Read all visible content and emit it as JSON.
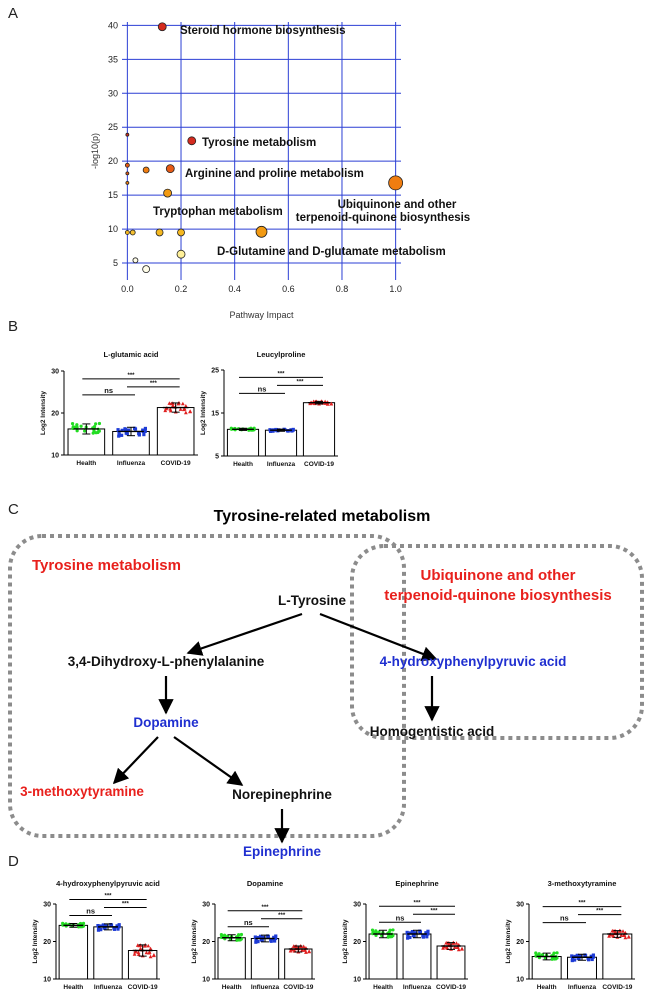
{
  "panel_labels": [
    "A",
    "B",
    "C",
    "D"
  ],
  "chart_data": [
    {
      "id": "pathway-bubble",
      "type": "scatter",
      "xlabel": "Pathway Impact",
      "ylabel": "-log10(p)",
      "xlim": [
        -0.02,
        1.02
      ],
      "ylim": [
        2.5,
        40.5
      ],
      "xticks": [
        0.0,
        0.2,
        0.4,
        0.6,
        0.8,
        1.0
      ],
      "xtick_labels": [
        "0.0",
        "0.2",
        "0.4",
        "0.6",
        "0.8",
        "1.0"
      ],
      "yticks": [
        5,
        10,
        15,
        20,
        25,
        30,
        35,
        40
      ],
      "ytick_labels": [
        "5",
        "10",
        "15",
        "20",
        "25",
        "30",
        "35",
        "40"
      ],
      "grid": true,
      "points": [
        {
          "x": 0.13,
          "y": 39.8,
          "size": 4,
          "color": "#d42b1f",
          "label": "Steroid hormone biosynthesis"
        },
        {
          "x": 0.24,
          "y": 23.0,
          "size": 4,
          "color": "#d42b1f",
          "label": "Tyrosine metabolism"
        },
        {
          "x": 0.16,
          "y": 18.9,
          "size": 4,
          "color": "#e65a15",
          "label": "Arginine and proline metabolism"
        },
        {
          "x": 1.0,
          "y": 16.8,
          "size": 7,
          "color": "#f07d10",
          "label": "Ubiquinone and other terpenoid-quinone biosynthesis"
        },
        {
          "x": 0.15,
          "y": 15.3,
          "size": 4,
          "color": "#f29a12",
          "label": "Tryptophan metabolism"
        },
        {
          "x": 0.5,
          "y": 9.6,
          "size": 5.5,
          "color": "#f29a12",
          "label": ""
        },
        {
          "x": 0.2,
          "y": 6.3,
          "size": 4,
          "color": "#fff099",
          "label": "D-Glutamine and D-glutamate metabolism"
        },
        {
          "x": 0.0,
          "y": 23.9,
          "size": 1.5,
          "color": "#d42b1f",
          "label": ""
        },
        {
          "x": 0.0,
          "y": 19.4,
          "size": 2,
          "color": "#e65a15",
          "label": ""
        },
        {
          "x": 0.0,
          "y": 18.2,
          "size": 1.5,
          "color": "#e65a15",
          "label": ""
        },
        {
          "x": 0.0,
          "y": 16.8,
          "size": 1.5,
          "color": "#f07d10",
          "label": ""
        },
        {
          "x": 0.07,
          "y": 18.7,
          "size": 3,
          "color": "#f07d10",
          "label": ""
        },
        {
          "x": 0.0,
          "y": 9.5,
          "size": 2,
          "color": "#f5b820",
          "label": ""
        },
        {
          "x": 0.02,
          "y": 9.5,
          "size": 2.5,
          "color": "#f5c030",
          "label": ""
        },
        {
          "x": 0.12,
          "y": 9.5,
          "size": 3.5,
          "color": "#f5b820",
          "label": ""
        },
        {
          "x": 0.2,
          "y": 9.5,
          "size": 3.5,
          "color": "#f5b820",
          "label": ""
        },
        {
          "x": 0.03,
          "y": 5.4,
          "size": 2.5,
          "color": "#fffde8",
          "label": ""
        },
        {
          "x": 0.07,
          "y": 4.1,
          "size": 3.5,
          "color": "#fffde8",
          "label": ""
        }
      ]
    },
    {
      "id": "l-glutamic-acid",
      "type": "bar",
      "title": "L-glutamic acid",
      "ylabel": "Log2 Intensity",
      "categories": [
        "Health",
        "Influenza",
        "COVID-19"
      ],
      "values": [
        16.2,
        15.6,
        21.3
      ],
      "errors": [
        1.2,
        1.0,
        1.1
      ],
      "colors": [
        "#22dd22",
        "#1d3bd6",
        "#e02020"
      ],
      "ylim": [
        10,
        30
      ],
      "yticks": [
        10,
        20,
        30
      ],
      "comparisons": [
        {
          "from": 0,
          "to": 1,
          "label": "ns"
        },
        {
          "from": 0,
          "to": 2,
          "label": "***"
        },
        {
          "from": 1,
          "to": 2,
          "label": "***"
        }
      ]
    },
    {
      "id": "leucylproline",
      "type": "bar",
      "title": "Leucylproline",
      "ylabel": "Log2 Intensity",
      "categories": [
        "Health",
        "Influenza",
        "COVID-19"
      ],
      "values": [
        11.2,
        11.0,
        17.4
      ],
      "errors": [
        0.25,
        0.25,
        0.3
      ],
      "colors": [
        "#22dd22",
        "#1d3bd6",
        "#e02020"
      ],
      "ylim": [
        5,
        25
      ],
      "yticks": [
        5,
        15,
        25
      ],
      "comparisons": [
        {
          "from": 0,
          "to": 1,
          "label": "ns"
        },
        {
          "from": 0,
          "to": 2,
          "label": "***"
        },
        {
          "from": 1,
          "to": 2,
          "label": "***"
        }
      ]
    },
    {
      "id": "4-hydroxyphenylpyruvic",
      "type": "bar",
      "title": "4-hydroxyphenylpyruvic acid",
      "ylabel": "Log2 Intensity",
      "categories": [
        "Health",
        "Influenza",
        "COVID-19"
      ],
      "values": [
        24.3,
        23.9,
        17.6
      ],
      "errors": [
        0.5,
        0.8,
        1.5
      ],
      "colors": [
        "#22dd22",
        "#1d3bd6",
        "#e02020"
      ],
      "ylim": [
        10,
        30
      ],
      "yticks": [
        10,
        20,
        30
      ],
      "comparisons": [
        {
          "from": 0,
          "to": 1,
          "label": "ns"
        },
        {
          "from": 0,
          "to": 2,
          "label": "***"
        },
        {
          "from": 1,
          "to": 2,
          "label": "***"
        }
      ]
    },
    {
      "id": "dopamine",
      "type": "bar",
      "title": "Dopamine",
      "ylabel": "Log2 Intensity",
      "categories": [
        "Health",
        "Influenza",
        "COVID-19"
      ],
      "values": [
        21.0,
        20.8,
        18.0
      ],
      "errors": [
        0.8,
        0.9,
        0.8
      ],
      "colors": [
        "#22dd22",
        "#1d3bd6",
        "#e02020"
      ],
      "ylim": [
        10,
        30
      ],
      "yticks": [
        10,
        20,
        30
      ],
      "comparisons": [
        {
          "from": 0,
          "to": 1,
          "label": "ns"
        },
        {
          "from": 0,
          "to": 2,
          "label": "***"
        },
        {
          "from": 1,
          "to": 2,
          "label": "***"
        }
      ]
    },
    {
      "id": "epinephrine",
      "type": "bar",
      "title": "Epinephrine",
      "ylabel": "Log2 Intensity",
      "categories": [
        "Health",
        "Influenza",
        "COVID-19"
      ],
      "values": [
        22.0,
        22.0,
        18.8
      ],
      "errors": [
        1.0,
        1.0,
        0.9
      ],
      "colors": [
        "#22dd22",
        "#1d3bd6",
        "#e02020"
      ],
      "ylim": [
        10,
        30
      ],
      "yticks": [
        10,
        20,
        30
      ],
      "comparisons": [
        {
          "from": 0,
          "to": 1,
          "label": "ns"
        },
        {
          "from": 0,
          "to": 2,
          "label": "***"
        },
        {
          "from": 1,
          "to": 2,
          "label": "***"
        }
      ]
    },
    {
      "id": "3-methoxytyramine",
      "type": "bar",
      "title": "3-methoxytyramine",
      "ylabel": "Log2 Intensity",
      "categories": [
        "Health",
        "Influenza",
        "COVID-19"
      ],
      "values": [
        16.0,
        15.8,
        22.0
      ],
      "errors": [
        0.9,
        0.8,
        0.9
      ],
      "colors": [
        "#22dd22",
        "#1d3bd6",
        "#e02020"
      ],
      "ylim": [
        10,
        30
      ],
      "yticks": [
        10,
        20,
        30
      ],
      "comparisons": [
        {
          "from": 0,
          "to": 1,
          "label": "ns"
        },
        {
          "from": 0,
          "to": 2,
          "label": "***"
        },
        {
          "from": 1,
          "to": 2,
          "label": "***"
        }
      ]
    }
  ],
  "diagram": {
    "title": "Tyrosine-related metabolism",
    "groups": [
      {
        "lines": [
          "Tyrosine metabolism"
        ],
        "color": "#e8201c"
      },
      {
        "lines": [
          "Ubiquinone and other",
          "terpenoid-quinone biosynthesis"
        ],
        "color": "#e8201c"
      }
    ],
    "nodes": [
      {
        "label": "L-Tyrosine",
        "color": "#111111"
      },
      {
        "label": "3,4-Dihydroxy-L-phenylalanine",
        "color": "#111111"
      },
      {
        "label": "4-hydroxyphenylpyruvic acid",
        "color": "#1f2fd0"
      },
      {
        "label": "Dopamine",
        "color": "#1f2fd0"
      },
      {
        "label": "Homogentistic acid",
        "color": "#111111"
      },
      {
        "label": "3-methoxytyramine",
        "color": "#e8201c"
      },
      {
        "label": "Norepinephrine",
        "color": "#111111"
      },
      {
        "label": "Epinephrine",
        "color": "#1f2fd0"
      }
    ],
    "edges": [
      [
        0,
        1
      ],
      [
        0,
        2
      ],
      [
        1,
        3
      ],
      [
        2,
        4
      ],
      [
        3,
        5
      ],
      [
        3,
        6
      ],
      [
        6,
        7
      ]
    ]
  }
}
